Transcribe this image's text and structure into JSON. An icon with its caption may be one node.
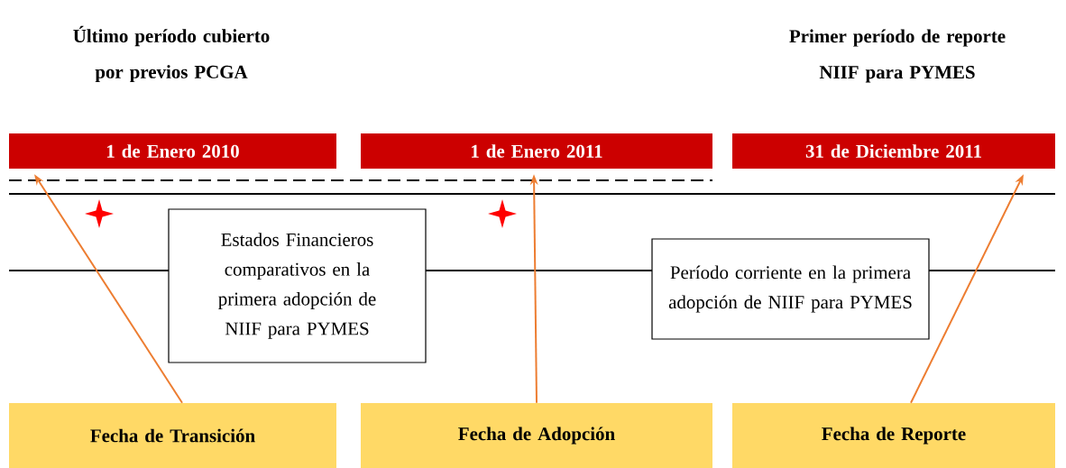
{
  "diagram": {
    "nodes": [
      {
        "text": [
          "1 de Enero 2010"
        ]
      },
      {
        "text": [
          "1 de Enero 2011"
        ]
      },
      {
        "text": [
          "31 de Diciembre 2011"
        ]
      },
      {
        "text": [
          "Estados Financieros comparativos en la primera adopción de NIIF para PYMES"
        ]
      },
      {
        "text": [
          "Período corriente en la primera adopción de NIIF para PYMES"
        ]
      },
      {
        "text": [
          "Fecha de Transición"
        ]
      },
      {
        "text": [
          "Fecha de Adopción"
        ]
      },
      {
        "text": [
          "Fecha de Reporte"
        ]
      }
    ],
    "edges": [
      {
        "from": 5,
        "to": 0,
        "arrow": "to"
      },
      {
        "from": 6,
        "to": 1,
        "arrow": "to"
      },
      {
        "from": 7,
        "to": 2,
        "arrow": "to"
      }
    ],
    "labels": [
      "Último período cubierto por previos PCGA",
      "Primer período de reporte NIIF para PYMES"
    ]
  }
}
